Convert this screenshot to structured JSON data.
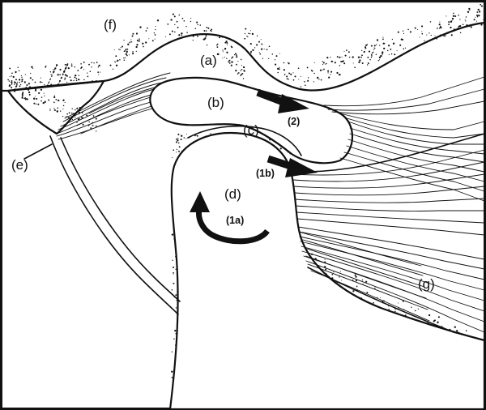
{
  "diagram": {
    "labels": {
      "a": "(a)",
      "b": "(b)",
      "c": "(c)",
      "d": "(d)",
      "e": "(e)",
      "f": "(f)",
      "g": "(g)",
      "arrow_1a": "(1a)",
      "arrow_1b": "(1b)",
      "arrow_2": "(2)"
    },
    "colors": {
      "ink": "#111111",
      "paper": "#ffffff"
    }
  }
}
